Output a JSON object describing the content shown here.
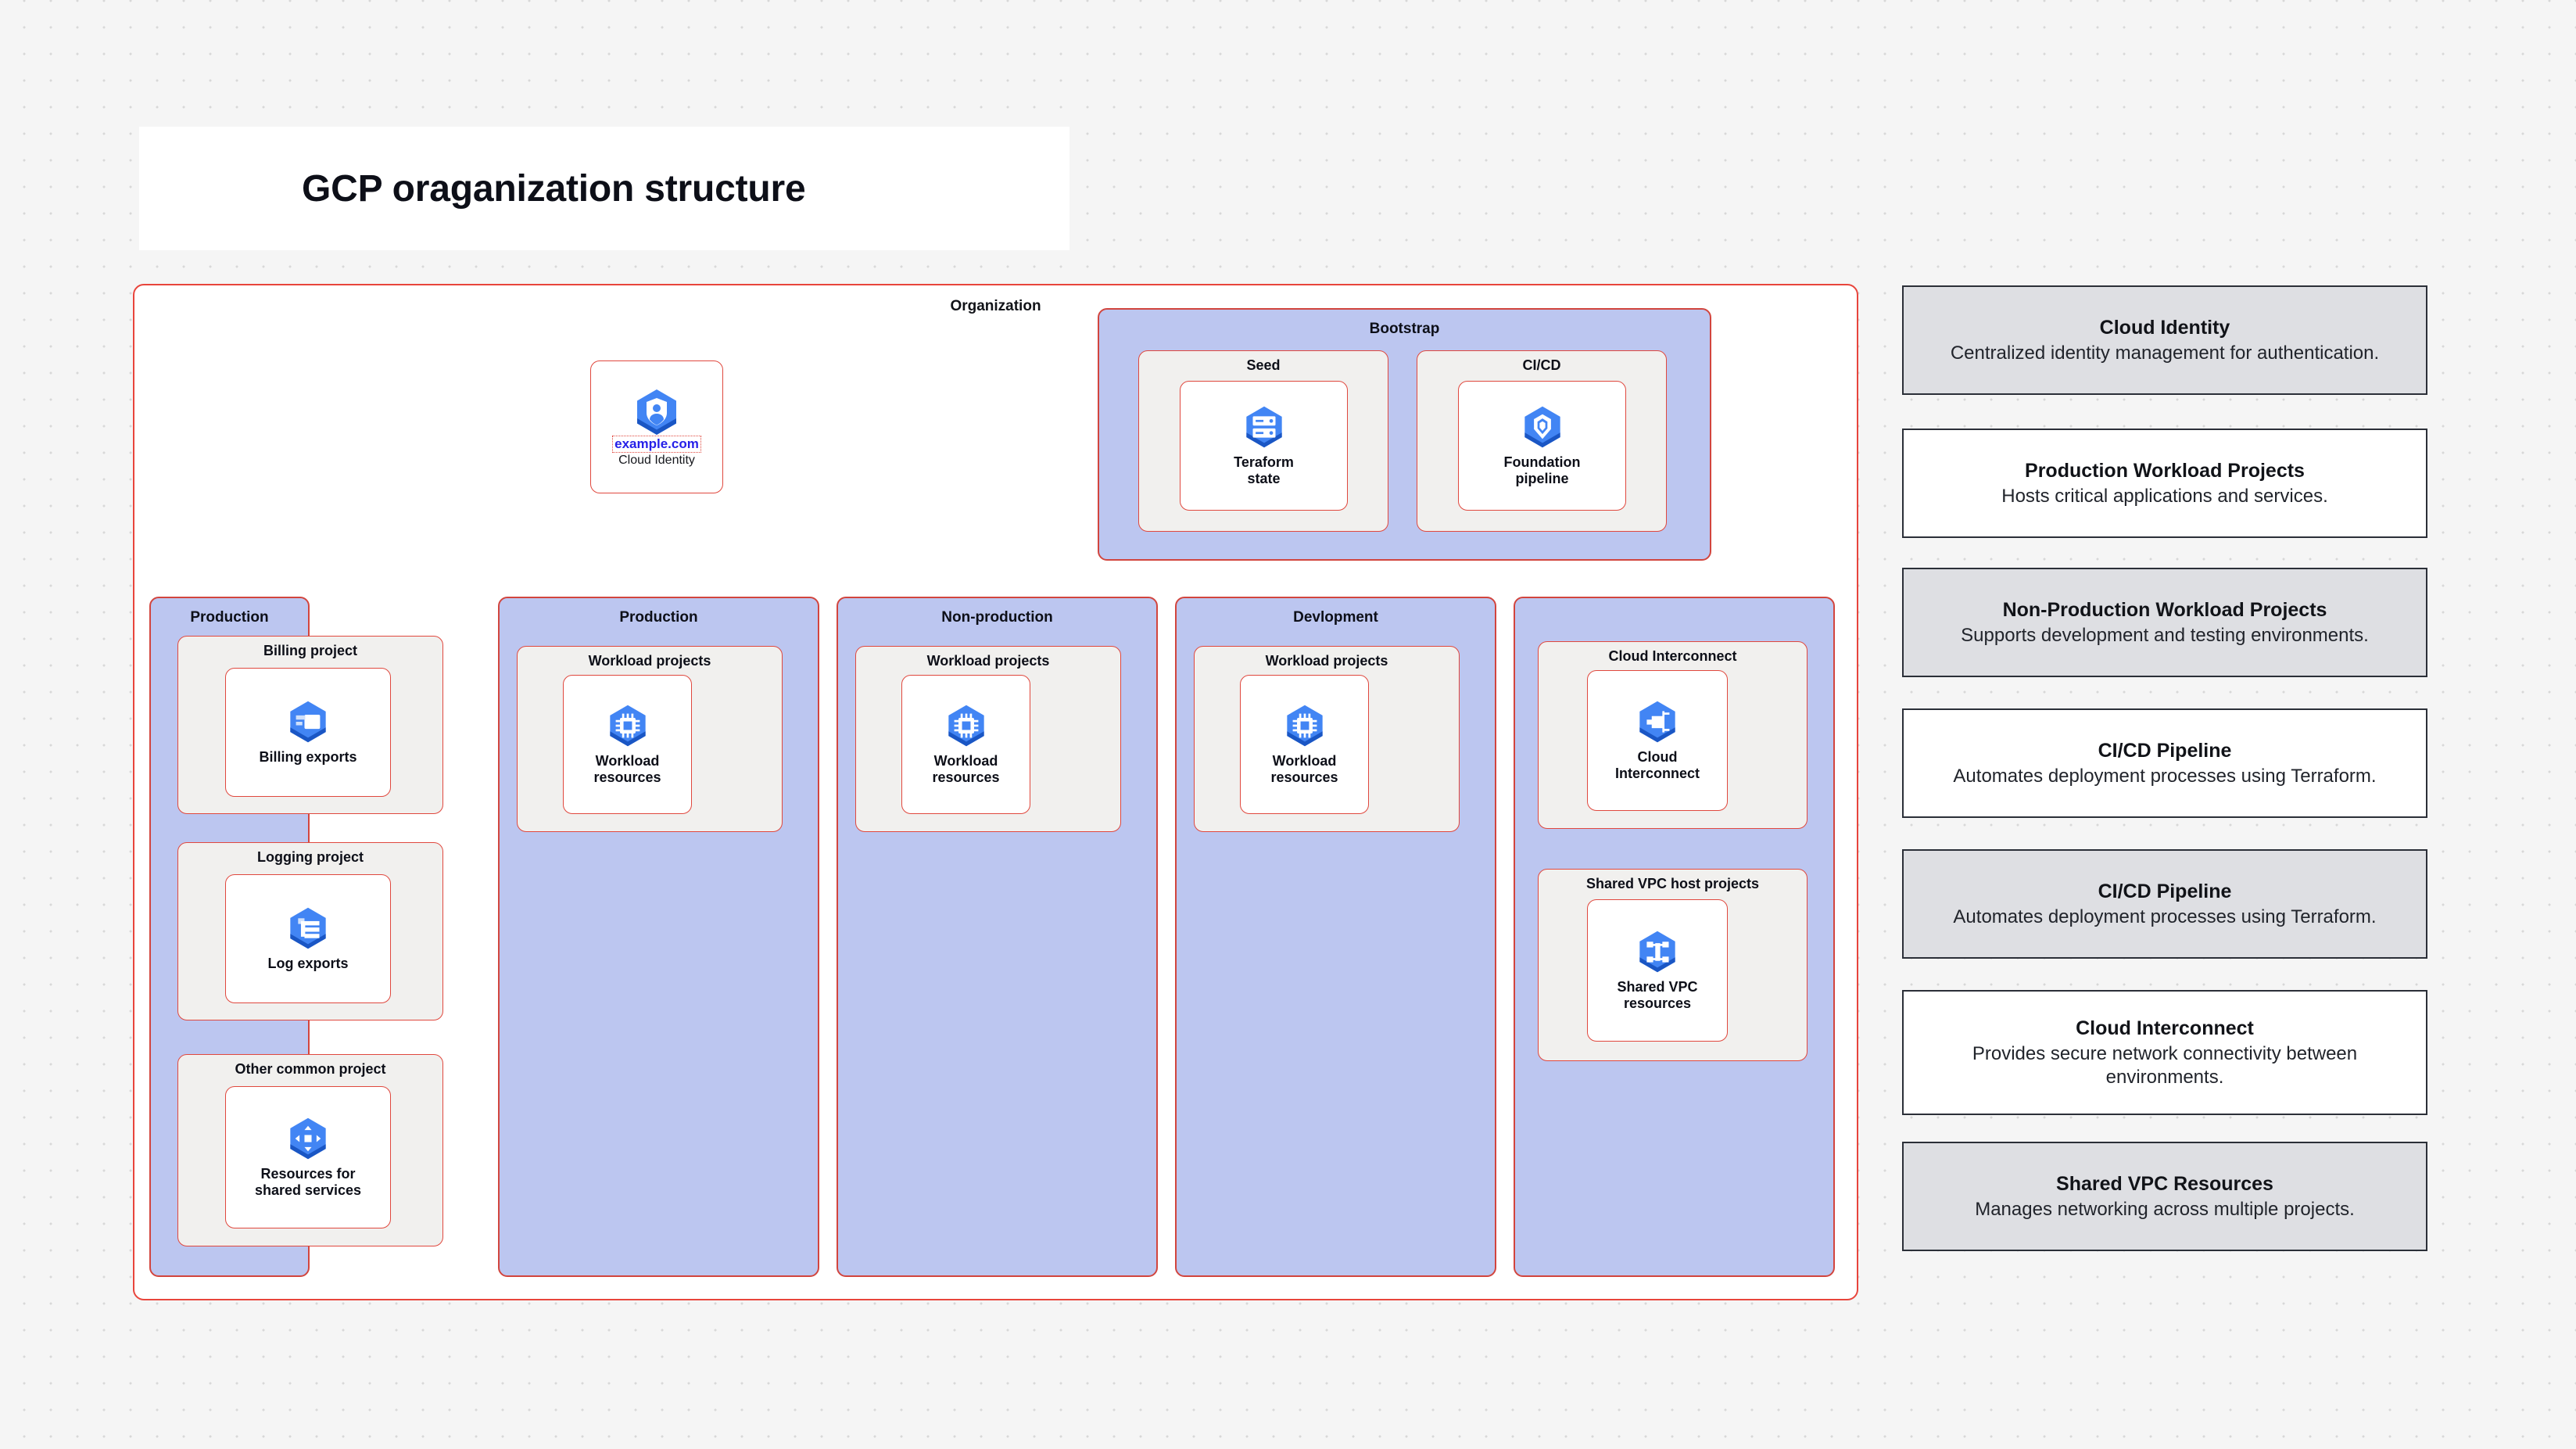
{
  "page": {
    "title": "GCP oraganization structure"
  },
  "org": {
    "label": "Organization",
    "root_node": {
      "domain": "example.com",
      "subtitle": "Cloud Identity",
      "icon": "cloud-identity-icon"
    },
    "bootstrap": {
      "label": "Bootstrap",
      "groups": [
        {
          "title": "Seed",
          "leaf": {
            "label": "Teraform\nstate",
            "icon": "terraform-state-icon"
          }
        },
        {
          "title": "CI/CD",
          "leaf": {
            "label": "Foundation\npipeline",
            "icon": "foundation-pipeline-icon"
          }
        }
      ]
    },
    "columns": [
      {
        "title": "Production",
        "groups": [
          {
            "title": "Billing project",
            "leaf": {
              "label": "Billing exports",
              "icon": "billing-icon"
            }
          },
          {
            "title": "Logging project",
            "leaf": {
              "label": "Log exports",
              "icon": "logging-icon"
            }
          },
          {
            "title": "Other common project",
            "leaf": {
              "label": "Resources for\nshared services",
              "icon": "shared-services-icon"
            }
          }
        ]
      },
      {
        "title": "Production",
        "groups": [
          {
            "title": "Workload projects",
            "leaf": {
              "label": "Workload\nresources",
              "icon": "workload-resources-icon"
            }
          }
        ]
      },
      {
        "title": "Non-production",
        "groups": [
          {
            "title": "Workload projects",
            "leaf": {
              "label": "Workload\nresources",
              "icon": "workload-resources-icon"
            }
          }
        ]
      },
      {
        "title": "Devlopment",
        "groups": [
          {
            "title": "Workload projects",
            "leaf": {
              "label": "Workload\nresources",
              "icon": "workload-resources-icon"
            }
          }
        ]
      },
      {
        "title": "",
        "groups": [
          {
            "title": "Cloud Interconnect",
            "leaf": {
              "label": "Cloud\nInterconnect",
              "icon": "cloud-interconnect-icon"
            }
          },
          {
            "title": "Shared VPC host projects",
            "leaf": {
              "label": "Shared VPC\nresources",
              "icon": "shared-vpc-icon"
            }
          }
        ]
      }
    ]
  },
  "legend": {
    "cards": [
      {
        "title": "Cloud Identity",
        "desc": "Centralized identity management for authentication.",
        "shaded": true
      },
      {
        "title": "Production Workload Projects",
        "desc": "Hosts critical applications and services.",
        "shaded": false
      },
      {
        "title": "Non-Production Workload Projects",
        "desc": "Supports development and testing environments.",
        "shaded": true
      },
      {
        "title": "CI/CD Pipeline",
        "desc": "Automates deployment processes using Terraform.",
        "shaded": false
      },
      {
        "title": "CI/CD Pipeline",
        "desc": "Automates deployment processes using Terraform.",
        "shaded": true
      },
      {
        "title": "Cloud Interconnect",
        "desc": "Provides secure network connectivity between environments.",
        "shaded": false
      },
      {
        "title": "Shared VPC Resources",
        "desc": "Manages networking across multiple projects.",
        "shaded": true
      }
    ]
  },
  "colors": {
    "frame_border": "#e8453c",
    "group_blue": "#bcc6f0",
    "group_grey": "#f1f0ee",
    "icon_blue": "#4285f4",
    "icon_blue_dark": "#1a56c4",
    "link_blue": "#2620e8",
    "legend_shaded": "#dedfe3",
    "legend_border": "#2b2f38"
  }
}
